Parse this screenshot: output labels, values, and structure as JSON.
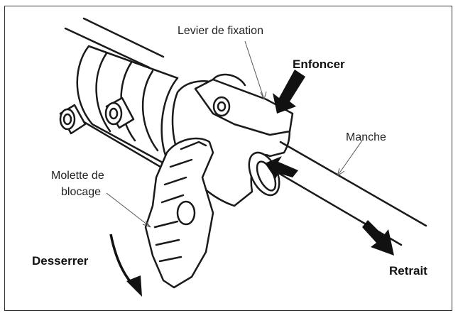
{
  "labels": {
    "lever": "Levier de  fixation",
    "push": "Enfoncer",
    "handle": "Manche",
    "knob_line1": "Molette de",
    "knob_line2": "blocage",
    "loosen": "Desserrer",
    "retract": "Retrait"
  },
  "colors": {
    "stroke": "#1a1a1a",
    "fill": "#ffffff",
    "arrow": "#111111"
  }
}
